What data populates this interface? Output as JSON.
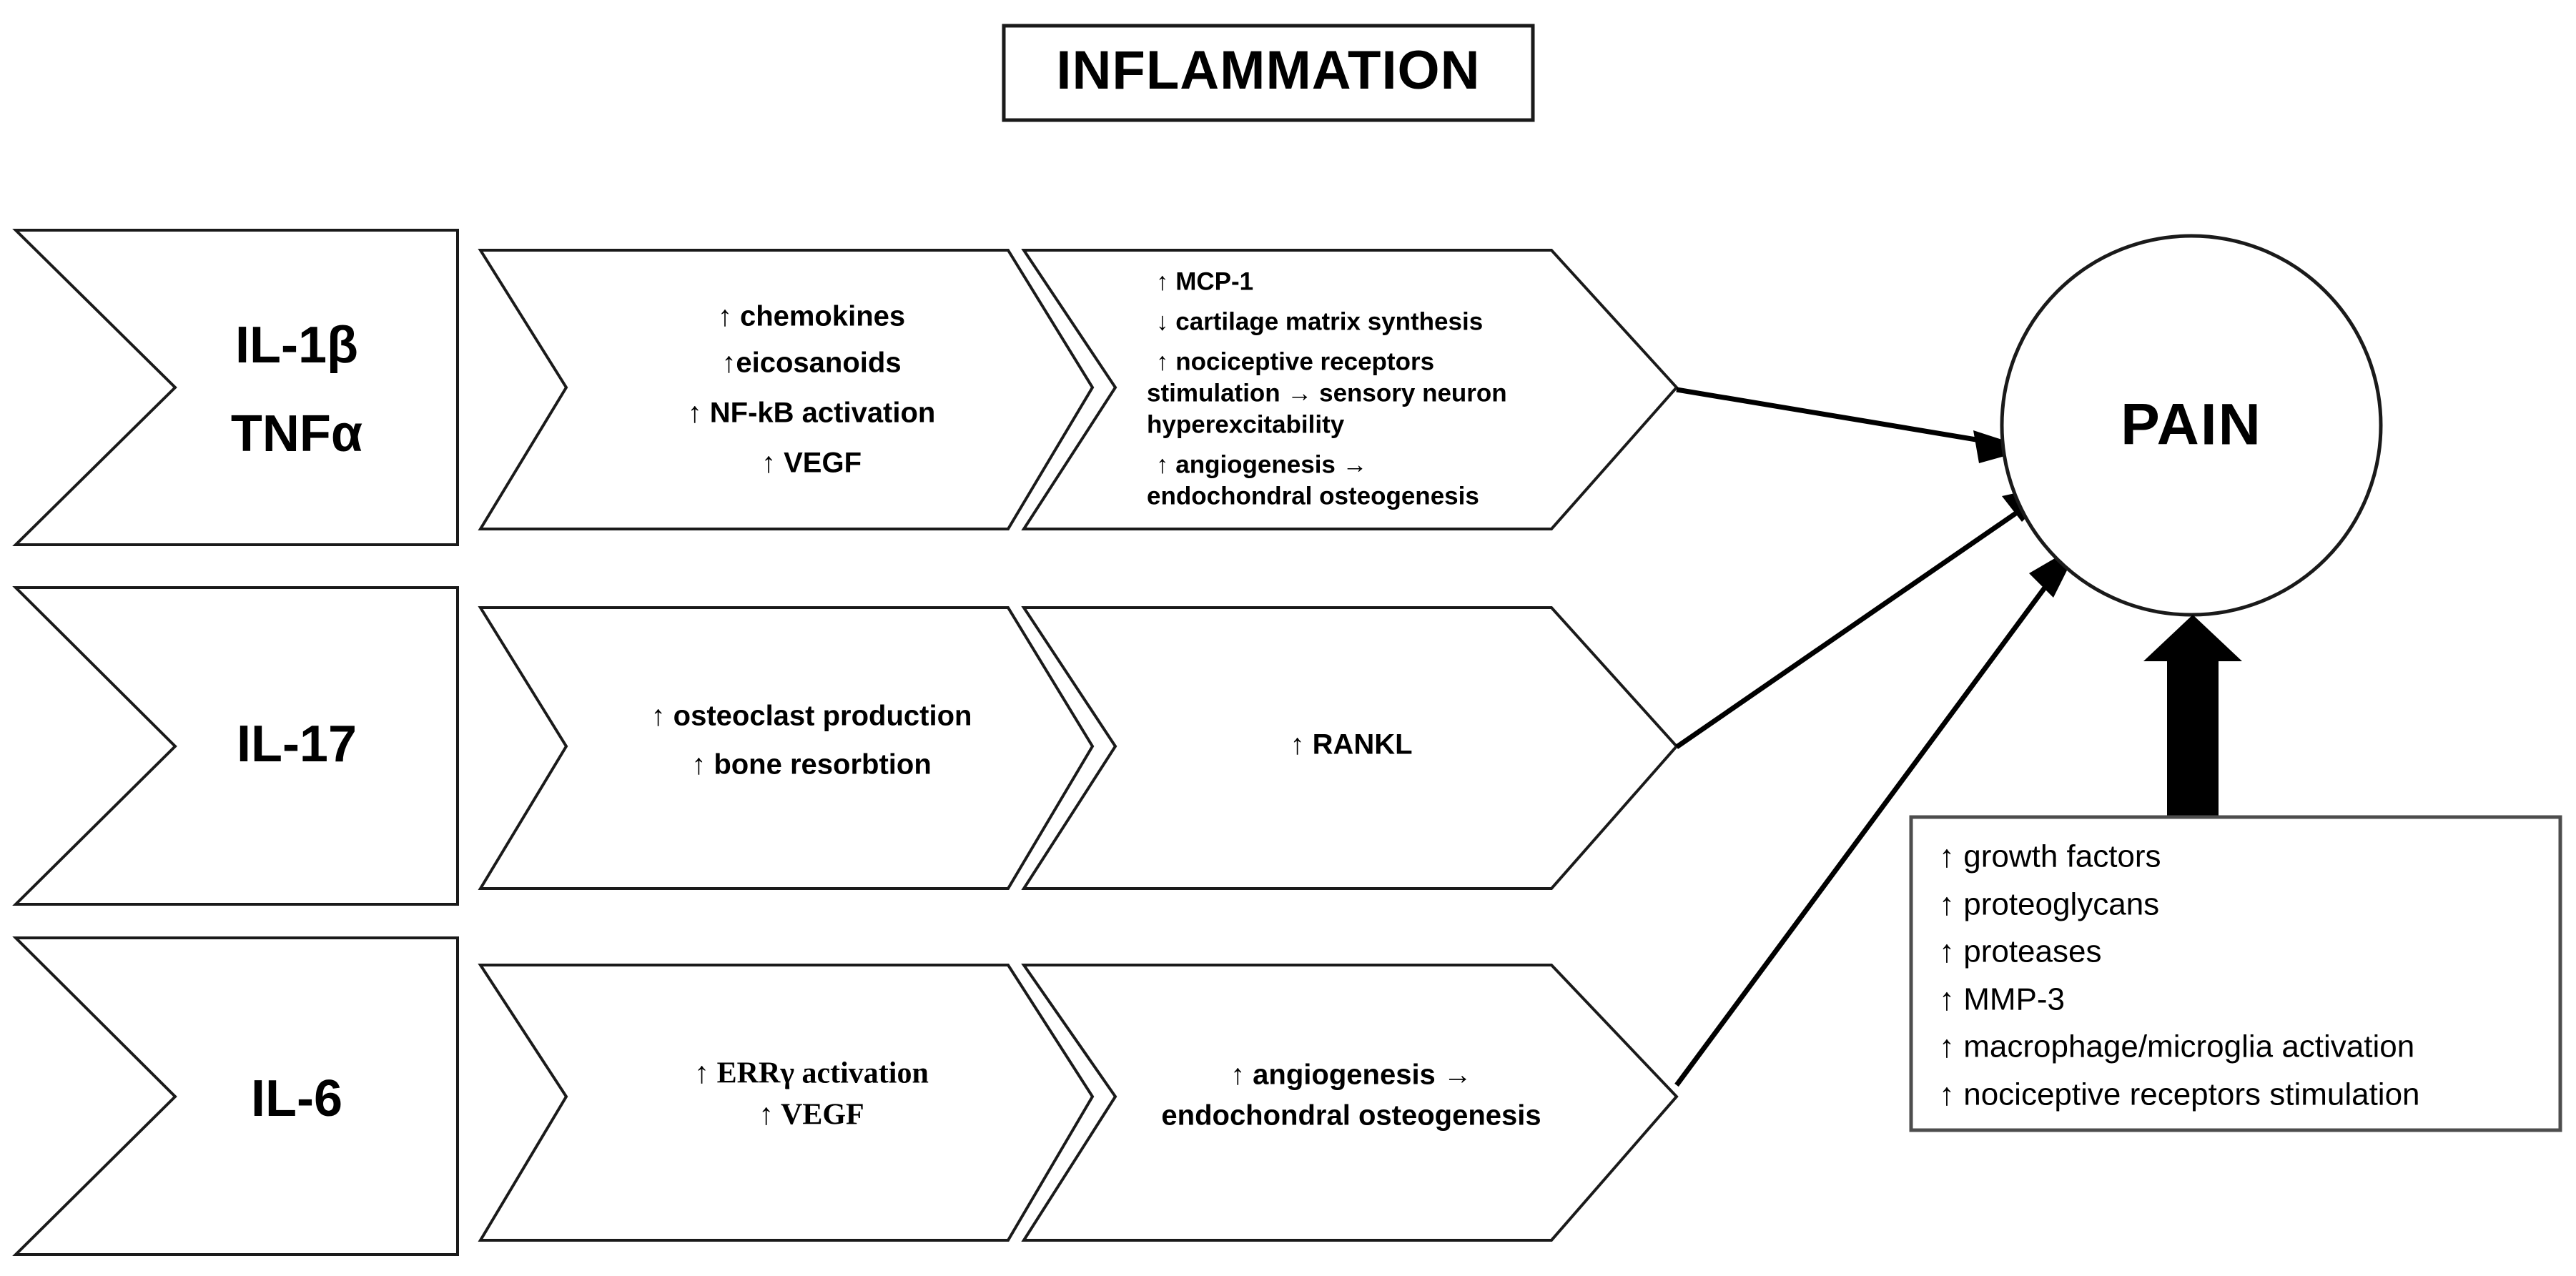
{
  "title": {
    "label": "INFLAMMATION"
  },
  "outcome": {
    "label": "PAIN"
  },
  "rows": [
    {
      "id": "il1b-tnfa",
      "cytokine_lines": [
        "IL-1β",
        "TNFα"
      ],
      "stage2_lines": [
        "↑ chemokines",
        "↑eicosanoids",
        "↑ NF-kB activation",
        "↑ VEGF"
      ],
      "stage3_lines": [
        "↑ MCP-1",
        "↓ cartilage matrix synthesis",
        "↑ nociceptive receptors",
        "stimulation → sensory neuron",
        "hyperexcitability",
        "↑ angiogenesis →",
        "endochondral osteogenesis"
      ]
    },
    {
      "id": "il17",
      "cytokine_lines": [
        "IL-17"
      ],
      "stage2_lines": [
        "↑ osteoclast production",
        "↑ bone resorbtion"
      ],
      "stage3_lines": [
        "↑ RANKL"
      ]
    },
    {
      "id": "il6",
      "cytokine_lines": [
        "IL-6"
      ],
      "stage2_lines": [
        "↑ ERRγ activation",
        "↑ VEGF"
      ],
      "stage3_lines": [
        "↑ angiogenesis →",
        "endochondral osteogenesis"
      ]
    }
  ],
  "info_box": {
    "lines": [
      "↑ growth factors",
      "↑ proteoglycans",
      "↑ proteases",
      "↑ MMP-3",
      "↑ macrophage/microglia activation",
      "↑ nociceptive receptors stimulation"
    ]
  },
  "colors": {
    "outline": "#1a1a1a",
    "arrow": "#000000",
    "background": "#ffffff",
    "text": "#000000",
    "box_border": "#4d4d4d"
  }
}
